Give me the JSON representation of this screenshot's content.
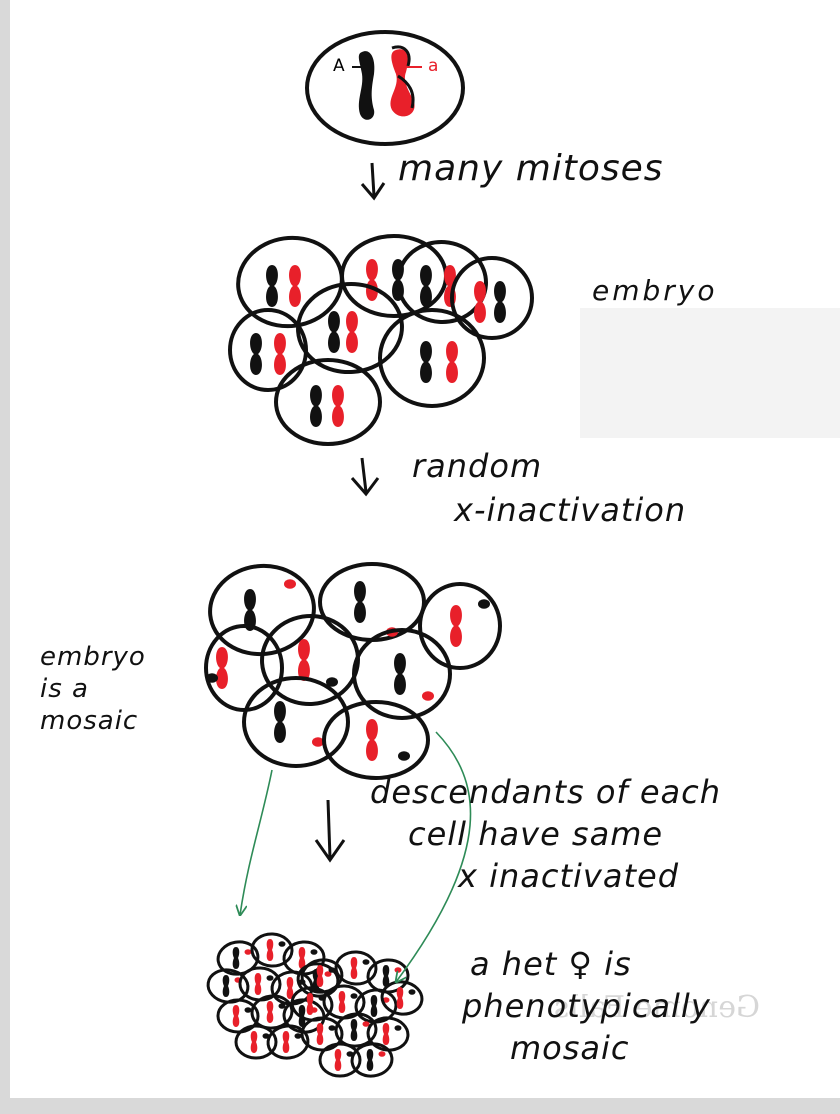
{
  "allele_labels": {
    "dominant": "A",
    "recessive": "a"
  },
  "steps": {
    "mitoses": "many mitoses",
    "x_inactivation_line1": "random",
    "x_inactivation_line2": "x-inactivation",
    "descendants_line1": "descendants of each",
    "descendants_line2": "cell have same",
    "descendants_line3": "x inactivated"
  },
  "labels": {
    "embryo": "embryo",
    "mosaic_line1": "embryo",
    "mosaic_line2": "is a",
    "mosaic_line3": "mosaic",
    "het_line1": "a het ♀ is",
    "het_line2": "phenotypically",
    "het_line3": "mosaic"
  },
  "ghost_text": "Genome Falls",
  "colors": {
    "ink": "#111111",
    "red": "#e8202a",
    "green_arrow": "#2e8b57",
    "paper": "#ffffff"
  }
}
